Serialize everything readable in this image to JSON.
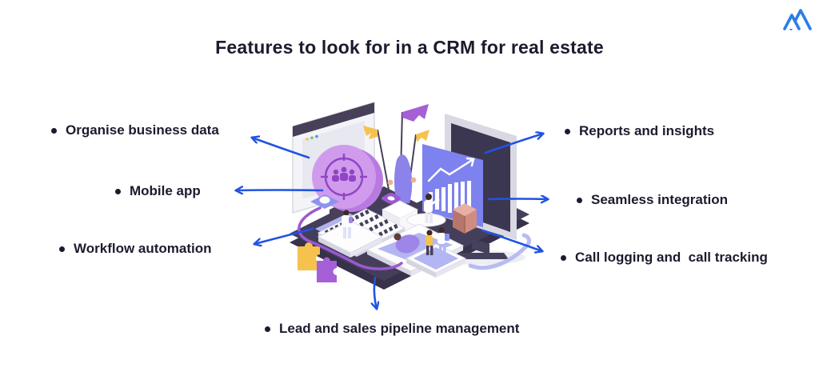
{
  "page": {
    "title": "Features to look for in a CRM for real estate"
  },
  "logo": {
    "icon": "mountain-logo"
  },
  "features": {
    "left": [
      "Organise business data",
      "Mobile app",
      "Workflow automation"
    ],
    "right": [
      "Reports and insights",
      "Seamless integration",
      "Call logging and  call tracking"
    ],
    "bottom": [
      "Lead and sales pipeline management"
    ]
  },
  "colors": {
    "title": "#1c1b2e",
    "label": "#1c1b2e",
    "arrow": "#2153e3",
    "logo_blue": "#2b7de9",
    "illustration_navy": "#453e5b",
    "illustration_purple": "#a560d8",
    "illustration_light_purple": "#d09bed",
    "illustration_lavender": "#b3b6f2",
    "illustration_periwinkle": "#7d82ee",
    "illustration_yellow": "#f6c24e",
    "illustration_brown": "#cf8d82"
  }
}
